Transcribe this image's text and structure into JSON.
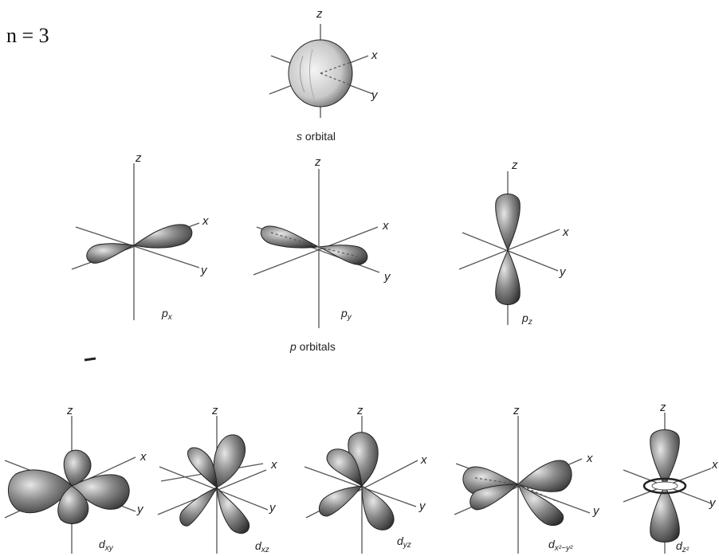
{
  "principal": "n = 3",
  "s_section": {
    "axes": {
      "z": "z",
      "x": "x",
      "y": "y"
    },
    "caption_italic": "s",
    "caption_rest": " orbital"
  },
  "p_section": {
    "axes": {
      "z": "z",
      "x": "x",
      "y": "y"
    },
    "orbitals": [
      {
        "main": "p",
        "sub": "x"
      },
      {
        "main": "p",
        "sub": "y"
      },
      {
        "main": "p",
        "sub": "z"
      }
    ],
    "group_italic": "p",
    "group_rest": " orbitals"
  },
  "d_section": {
    "axes": {
      "z": "z",
      "x": "x",
      "y": "y"
    },
    "orbitals": [
      {
        "main": "d",
        "sub": "xy"
      },
      {
        "main": "d",
        "sub": "xz"
      },
      {
        "main": "d",
        "sub": "yz"
      },
      {
        "main": "d",
        "sub": "x²−y²"
      },
      {
        "main": "d",
        "sub": "z²"
      }
    ]
  },
  "colors": {
    "lobe_dark": "#3a3a3a",
    "lobe_light": "#d8d8d8",
    "axis": "#555555"
  }
}
